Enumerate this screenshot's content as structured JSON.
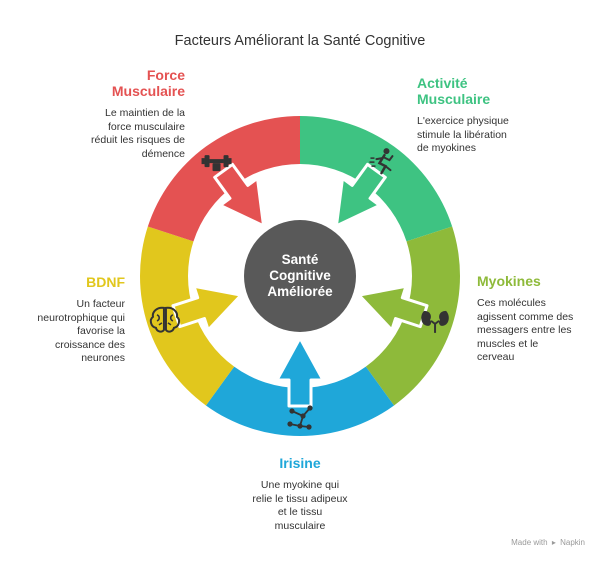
{
  "title": "Facteurs Améliorant la Santé Cognitive",
  "center_label": [
    "Santé",
    "Cognitive",
    "Améliorée"
  ],
  "colors": {
    "center": "#595959",
    "force": "#e45252",
    "activite": "#3ec382",
    "myokines": "#8eba3a",
    "irisine": "#1fa7d9",
    "bdnf": "#e1c71d"
  },
  "factors": {
    "force": {
      "title": "Force\nMusculaire",
      "desc": "Le maintien de la\nforce musculaire\nréduit les risques de\ndémence",
      "icon": "dumbbell-icon"
    },
    "activite": {
      "title": "Activité\nMusculaire",
      "desc": "L'exercice physique\nstimule la libération\nde myokines",
      "icon": "running-person-icon"
    },
    "myokines": {
      "title": "Myokines",
      "desc": "Ces molécules\nagissent comme des\nmessagers entre les\nmuscles et le\ncerveau",
      "icon": "kidneys-icon"
    },
    "irisine": {
      "title": "Irisine",
      "desc": "Une myokine qui\nrelie le tissu adipeux\net le tissu\nmusculaire",
      "icon": "molecule-icon"
    },
    "bdnf": {
      "title": "BDNF",
      "desc": "Un facteur\nneurotrophique qui\nfavorise la\ncroissance des\nneurones",
      "icon": "brain-icon"
    }
  },
  "footer": {
    "made_with": "Made with",
    "brand": "Napkin"
  }
}
